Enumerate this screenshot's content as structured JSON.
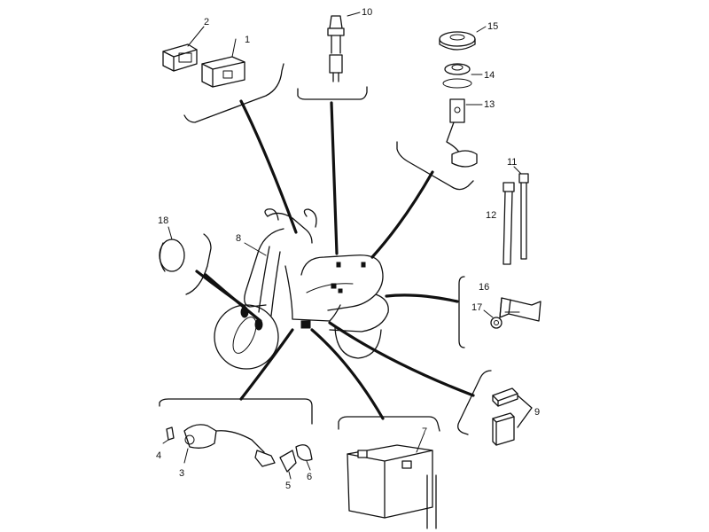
{
  "diagram": {
    "part_numbers": {
      "p1": "1",
      "p2": "2",
      "p3": "3",
      "p4": "4",
      "p5": "5",
      "p6": "6",
      "p7": "7",
      "p8": "8",
      "p9": "9",
      "p10": "10",
      "p11": "11",
      "p12": "12",
      "p13": "13",
      "p14": "14",
      "p15": "15",
      "p16": "16",
      "p17": "17",
      "p18": "18"
    }
  }
}
